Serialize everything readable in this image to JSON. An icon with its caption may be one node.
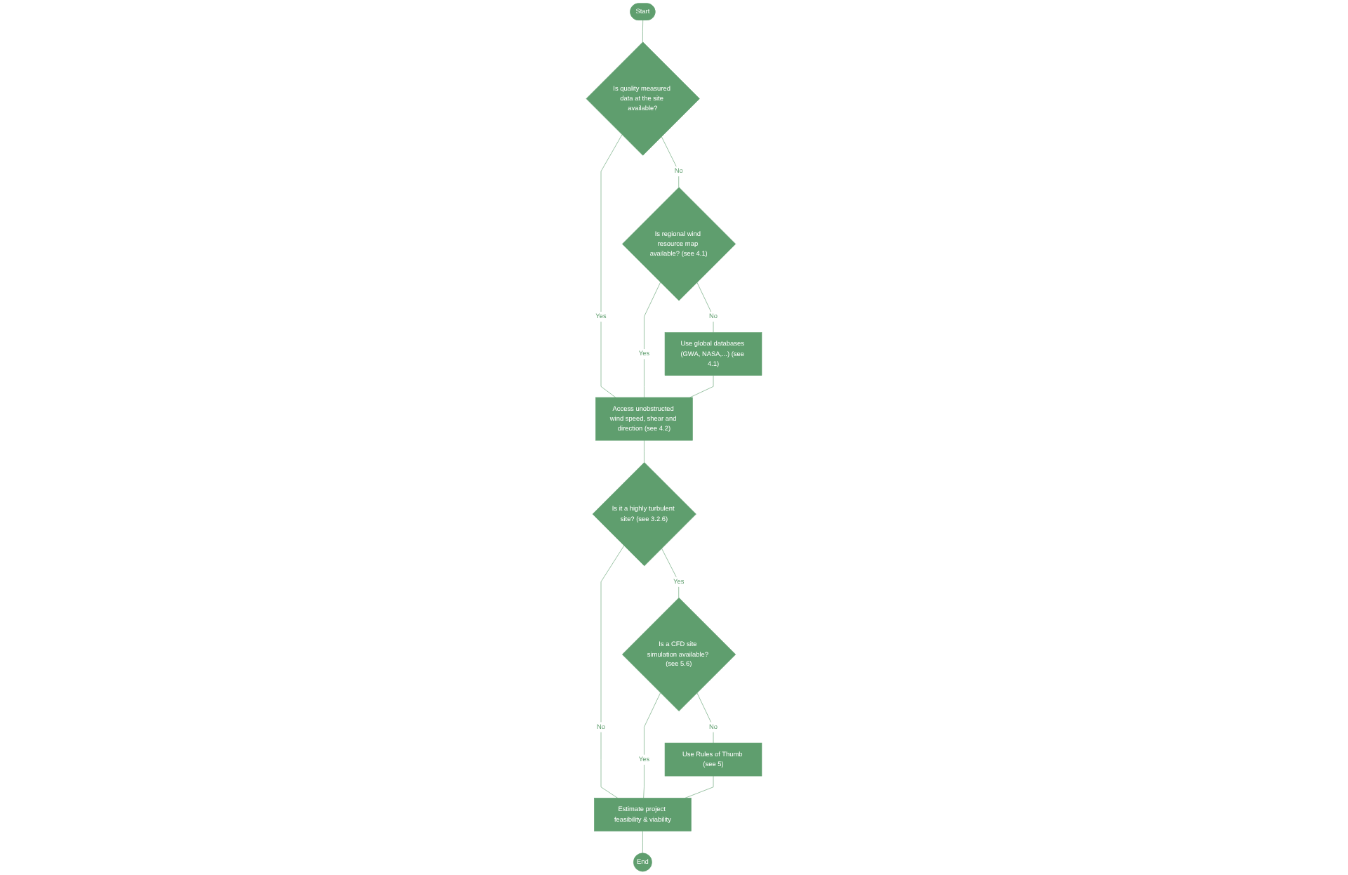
{
  "diagram": {
    "nodes": [
      {
        "text": [
          "Start"
        ]
      },
      {
        "text": [
          "Is quality measured data at the site available?"
        ]
      },
      {
        "text": [
          "Is regional wind resource map available? (see 4.1)"
        ]
      },
      {
        "text": [
          "Use global databases (GWA, NASA,...) (see 4.1)"
        ]
      },
      {
        "text": [
          "Access unobstructed wind speed, shear and direction (see 4.2)"
        ]
      },
      {
        "text": [
          "Is it a highly turbulent site? (see 3.2.6)"
        ]
      },
      {
        "text": [
          "Is a CFD site simulation available? (see 5.6)"
        ]
      },
      {
        "text": [
          "Use Rules of Thumb (see 5)"
        ]
      },
      {
        "text": [
          "Estimate project feasibility & viability"
        ]
      },
      {
        "text": [
          "End"
        ]
      }
    ],
    "edges": [
      {
        "from": 0,
        "to": 1,
        "arrow": "none"
      },
      {
        "from": 1,
        "to": 4,
        "arrow": "none",
        "label": "Yes"
      },
      {
        "from": 1,
        "to": 2,
        "arrow": "none",
        "label": "No"
      },
      {
        "from": 2,
        "to": 4,
        "arrow": "none",
        "label": "Yes"
      },
      {
        "from": 2,
        "to": 3,
        "arrow": "none",
        "label": "No"
      },
      {
        "from": 3,
        "to": 4,
        "arrow": "none"
      },
      {
        "from": 4,
        "to": 5,
        "arrow": "none"
      },
      {
        "from": 5,
        "to": 8,
        "arrow": "none",
        "label": "No"
      },
      {
        "from": 5,
        "to": 6,
        "arrow": "none",
        "label": "Yes"
      },
      {
        "from": 6,
        "to": 8,
        "arrow": "none",
        "label": "Yes"
      },
      {
        "from": 6,
        "to": 7,
        "arrow": "none",
        "label": "No"
      },
      {
        "from": 7,
        "to": 8,
        "arrow": "none"
      },
      {
        "from": 8,
        "to": 9,
        "arrow": "none"
      }
    ]
  }
}
